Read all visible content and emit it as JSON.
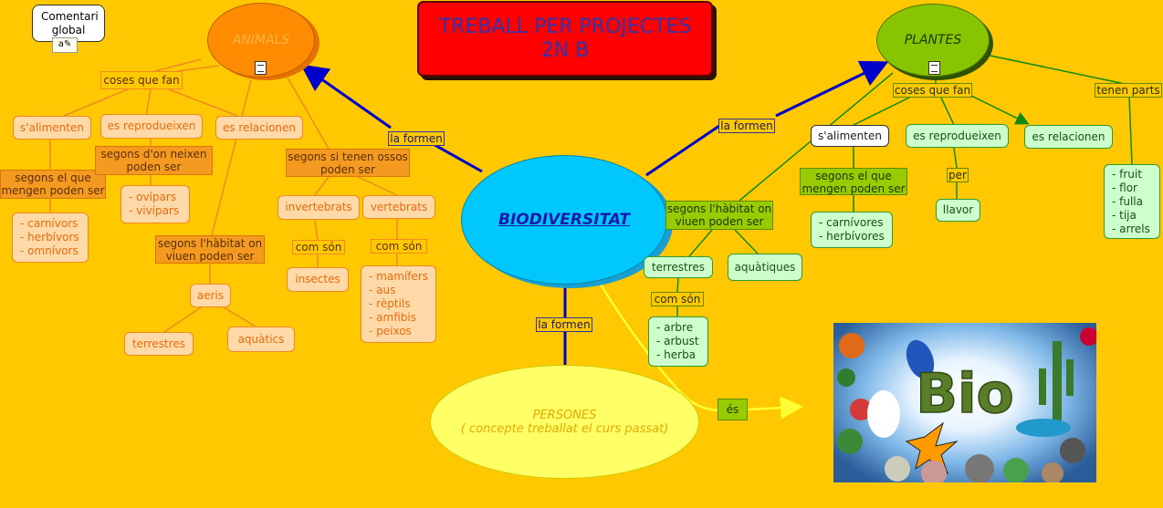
{
  "title": {
    "line1": "TREBALL PER PROJECTES",
    "line2": "2N B"
  },
  "comment": {
    "label": "Comentari global"
  },
  "center": {
    "label": "BIODIVERSITAT"
  },
  "animals": {
    "label": "ANIMALS",
    "link_parent": "la formen",
    "link_coses": "coses que fan",
    "s_alimenten": "s'alimenten",
    "reprodueixen": "es reprodueixen",
    "relacionen": "es relacionen",
    "link_menjar": "segons el que\nmengen poden ser",
    "menjar_list": "- carnívors\n- herbívors\n- omnívors",
    "link_neixen": "segons d'on neixen\npoden ser",
    "neixen_list": "- ovípars\n- vivípars",
    "link_ossos": "segons si tenen ossos\npoden ser",
    "invertebrats": "invertebrats",
    "vertebrats": "vertebrats",
    "link_com_son_1": "com són",
    "link_com_son_2": "com són",
    "insectes": "insectes",
    "vertebrats_list": "- mamífers\n- aus\n- rèptils\n- amfibis\n- peixos",
    "link_habitat": "segons l'hàbitat on\nviuen poden ser",
    "aeris": "aeris",
    "terrestres": "terrestres",
    "aquatics": "aquàtics"
  },
  "plantes": {
    "label": "PLANTES",
    "link_parent": "la formen",
    "link_coses": "coses que fan",
    "link_parts": "tenen parts",
    "s_alimenten": "s'alimenten",
    "reprodueixen": "es reprodueixen",
    "relacionen": "es relacionen",
    "link_menjar": "segons el que\nmengen poden ser",
    "menjar_list": "- carnívores\n- herbívores",
    "link_per": "per",
    "llavor": "llavor",
    "parts_list": "- fruit\n- flor\n- fulla\n- tija\n- arrels",
    "link_habitat": "segons l'hàbitat on\nviuen poden ser",
    "terrestres": "terrestres",
    "aquatiques": "aquàtiques",
    "link_com_son": "com són",
    "terrestres_list": "- arbre\n- arbust\n- herba"
  },
  "persones": {
    "link_parent": "la formen",
    "line1": "PERSONES",
    "line2": "( concepte treballat el curs passat)"
  },
  "bio": {
    "link": "és",
    "image_text": "Bio"
  },
  "colors": {
    "background": "#ffc800",
    "animals": "#ff8c00",
    "plantes": "#88c400",
    "center": "#00c8ff",
    "title": "#ff0000",
    "persones": "#ffff66"
  }
}
